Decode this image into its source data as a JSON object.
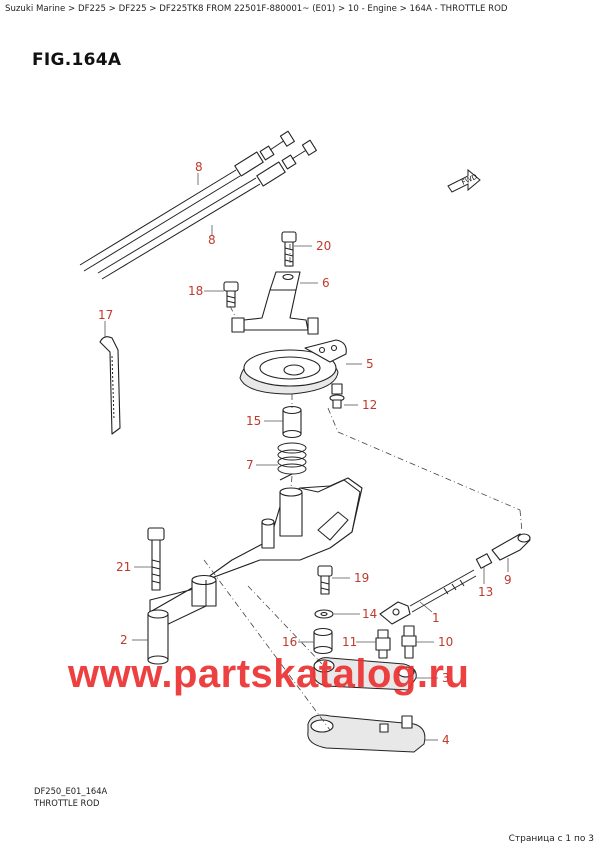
{
  "header": {
    "breadcrumb": "Suzuki Marine > DF225 > DF225 > DF225TK8 FROM 22501F-880001~ (E01) > 10 - Engine > 164A - THROTTLE ROD",
    "figure_title": "FIG.164A"
  },
  "diagram": {
    "part_numbers": [
      "8",
      "8",
      "20",
      "6",
      "18",
      "17",
      "5",
      "12",
      "15",
      "7",
      "21",
      "19",
      "9",
      "13",
      "14",
      "1",
      "2",
      "16",
      "11",
      "10",
      "3",
      "4"
    ],
    "direction_badge": "FWD"
  },
  "watermark": "www.partskatalog.ru",
  "footer": {
    "drawing_code": "DF250_E01_164A",
    "drawing_desc": "THROTTLE ROD",
    "page_indicator": "Страница с 1 по 3"
  }
}
